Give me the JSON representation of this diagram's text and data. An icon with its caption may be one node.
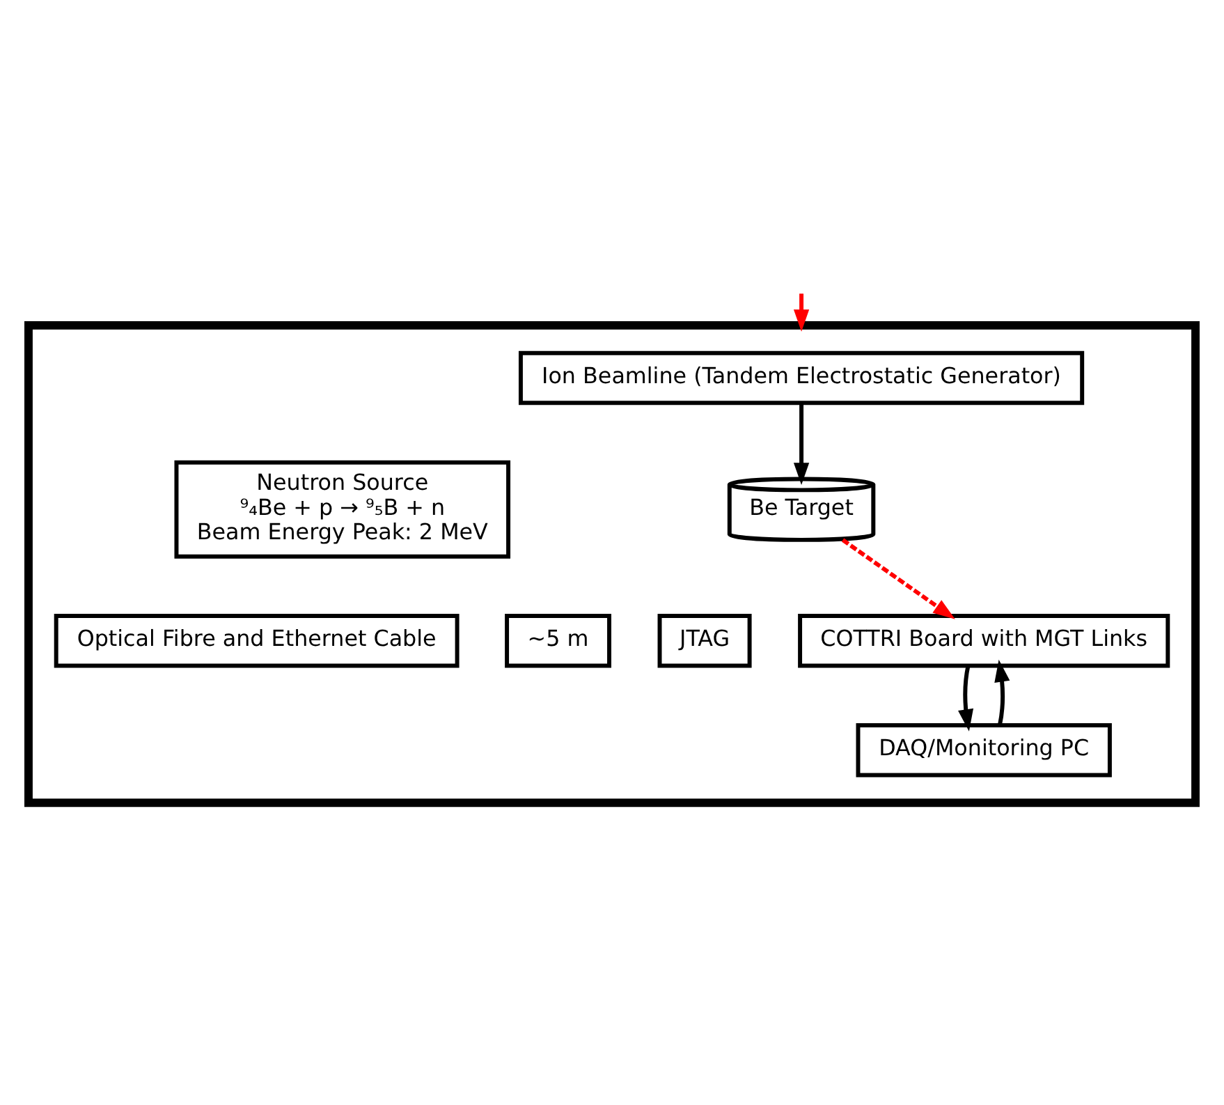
{
  "diagram": {
    "nodes": [
      {
        "text": [],
        "shape": "box"
      },
      {
        "text": [
          "Ion Beamline (Tandem Electrostatic Generator)"
        ],
        "in": 0
      },
      {
        "text": [
          "Neutron Source",
          "⁹₄Be + p → ⁹₅B + n",
          "Beam Energy Peak: 2 MeV"
        ],
        "in": 0
      },
      {
        "text": [
          "Be Target"
        ],
        "in": 0
      },
      {
        "text": [
          "COTTRI Board with MGT Links"
        ],
        "in": 0
      },
      {
        "text": [
          "Optical Fibre and Ethernet Cable"
        ],
        "in": 0
      },
      {
        "text": [
          "~5 m"
        ],
        "in": 0
      },
      {
        "text": [
          "JTAG"
        ],
        "in": 0
      },
      {
        "text": [
          "DAQ/Monitoring PC"
        ],
        "in": 0
      }
    ],
    "edges": [
      {
        "from": null,
        "to": 0,
        "arrow": "to",
        "color": "#ff0000"
      },
      {
        "from": 1,
        "to": 3,
        "arrow": "to"
      },
      {
        "from": 3,
        "to": 4,
        "arrow": "to",
        "style": "dashed",
        "color": "#ff0000"
      },
      {
        "from": 4,
        "to": 8,
        "arrow": "to"
      },
      {
        "from": 8,
        "to": 4,
        "arrow": "to"
      }
    ]
  }
}
